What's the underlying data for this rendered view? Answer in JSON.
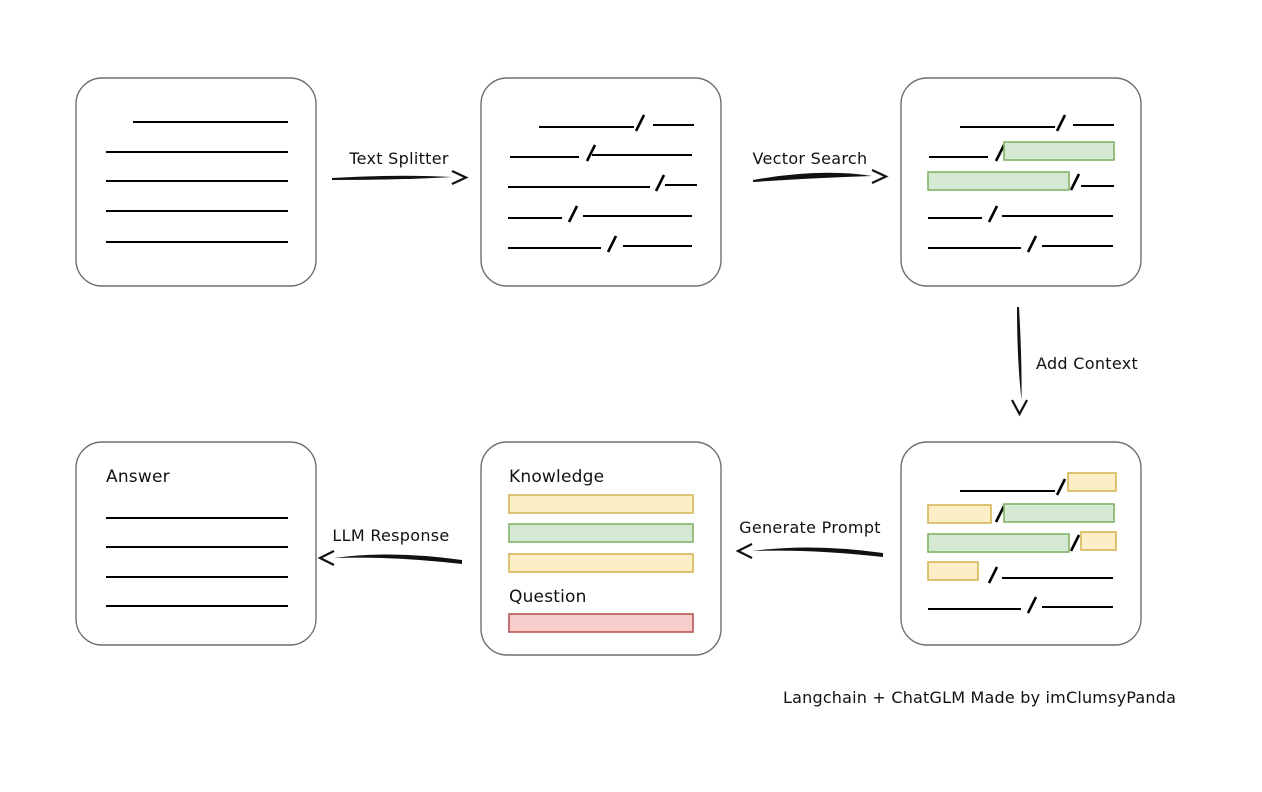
{
  "diagram": {
    "title_caption": "Langchain + ChatGLM Made by imClumsyPanda",
    "colors": {
      "highlight_green_fill": "#d5e8d4",
      "highlight_green_stroke": "#82b366",
      "highlight_yellow_fill": "#fdeec8",
      "highlight_yellow_stroke": "#d6b656",
      "highlight_red_fill": "#f8cecc",
      "highlight_red_stroke": "#b85450",
      "box_stroke": "#6f6f6f",
      "line_stroke": "#000000",
      "text": "#111111",
      "background": "#ffffff"
    },
    "nodes": [
      {
        "id": "source-document",
        "kind": "document",
        "row": "top",
        "column": 1,
        "heading": "",
        "lines": [
          {
            "segments": [
              {
                "type": "rule",
                "indent": true
              }
            ]
          },
          {
            "segments": [
              {
                "type": "rule"
              }
            ]
          },
          {
            "segments": [
              {
                "type": "rule"
              }
            ]
          },
          {
            "segments": [
              {
                "type": "rule"
              }
            ]
          },
          {
            "segments": [
              {
                "type": "rule"
              }
            ]
          }
        ]
      },
      {
        "id": "split-chunks",
        "kind": "document",
        "row": "top",
        "column": 2,
        "heading": "",
        "lines": [
          {
            "segments": [
              {
                "type": "rule"
              },
              {
                "type": "slash"
              },
              {
                "type": "rule"
              }
            ]
          },
          {
            "segments": [
              {
                "type": "rule"
              },
              {
                "type": "slash"
              },
              {
                "type": "rule"
              }
            ]
          },
          {
            "segments": [
              {
                "type": "rule"
              },
              {
                "type": "slash"
              },
              {
                "type": "rule"
              }
            ]
          },
          {
            "segments": [
              {
                "type": "rule"
              },
              {
                "type": "slash"
              },
              {
                "type": "rule"
              }
            ]
          },
          {
            "segments": [
              {
                "type": "rule"
              },
              {
                "type": "slash"
              },
              {
                "type": "rule"
              }
            ]
          }
        ]
      },
      {
        "id": "matched-chunks",
        "kind": "document",
        "row": "top",
        "column": 3,
        "heading": "",
        "lines": [
          {
            "segments": [
              {
                "type": "rule"
              },
              {
                "type": "slash"
              },
              {
                "type": "rule"
              }
            ]
          },
          {
            "segments": [
              {
                "type": "rule"
              },
              {
                "type": "slash"
              },
              {
                "type": "highlight",
                "color": "green"
              }
            ]
          },
          {
            "segments": [
              {
                "type": "highlight",
                "color": "green"
              },
              {
                "type": "slash"
              },
              {
                "type": "rule"
              }
            ]
          },
          {
            "segments": [
              {
                "type": "rule"
              },
              {
                "type": "slash"
              },
              {
                "type": "rule"
              }
            ]
          },
          {
            "segments": [
              {
                "type": "rule"
              },
              {
                "type": "slash"
              },
              {
                "type": "rule"
              }
            ]
          }
        ]
      },
      {
        "id": "context-chunks",
        "kind": "document",
        "row": "bottom",
        "column": 3,
        "heading": "",
        "lines": [
          {
            "segments": [
              {
                "type": "rule"
              },
              {
                "type": "slash"
              },
              {
                "type": "highlight",
                "color": "yellow"
              }
            ]
          },
          {
            "segments": [
              {
                "type": "highlight",
                "color": "yellow"
              },
              {
                "type": "slash"
              },
              {
                "type": "highlight",
                "color": "green"
              }
            ]
          },
          {
            "segments": [
              {
                "type": "highlight",
                "color": "green"
              },
              {
                "type": "slash"
              },
              {
                "type": "highlight",
                "color": "yellow"
              }
            ]
          },
          {
            "segments": [
              {
                "type": "highlight",
                "color": "yellow"
              },
              {
                "type": "slash"
              },
              {
                "type": "rule"
              }
            ]
          },
          {
            "segments": [
              {
                "type": "rule"
              },
              {
                "type": "slash"
              },
              {
                "type": "rule"
              }
            ]
          }
        ]
      },
      {
        "id": "prompt",
        "kind": "prompt",
        "row": "bottom",
        "column": 2,
        "heading_knowledge": "Knowledge",
        "heading_question": "Question",
        "knowledge_bars": [
          "yellow",
          "green",
          "yellow"
        ],
        "question_bars": [
          "red"
        ]
      },
      {
        "id": "answer",
        "kind": "answer",
        "row": "bottom",
        "column": 1,
        "heading": "Answer",
        "lines": [
          {
            "segments": [
              {
                "type": "rule"
              }
            ]
          },
          {
            "segments": [
              {
                "type": "rule"
              }
            ]
          },
          {
            "segments": [
              {
                "type": "rule"
              }
            ]
          },
          {
            "segments": [
              {
                "type": "rule"
              }
            ]
          }
        ]
      }
    ],
    "edges": [
      {
        "id": "edge-text-splitter",
        "label": "Text Splitter",
        "from": "source-document",
        "to": "split-chunks",
        "direction": "right"
      },
      {
        "id": "edge-vector-search",
        "label": "Vector Search",
        "from": "split-chunks",
        "to": "matched-chunks",
        "direction": "right"
      },
      {
        "id": "edge-add-context",
        "label": "Add Context",
        "from": "matched-chunks",
        "to": "context-chunks",
        "direction": "down"
      },
      {
        "id": "edge-generate-prompt",
        "label": "Generate Prompt",
        "from": "context-chunks",
        "to": "prompt",
        "direction": "left"
      },
      {
        "id": "edge-llm-response",
        "label": "LLM Response",
        "from": "prompt",
        "to": "answer",
        "direction": "left"
      }
    ]
  }
}
